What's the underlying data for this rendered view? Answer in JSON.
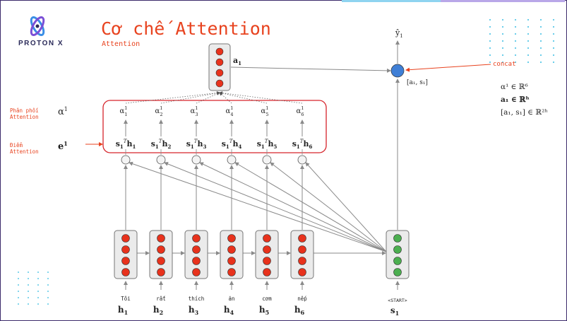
{
  "header": {
    "brand": "PROTON X",
    "title": "Cơ chế Attention",
    "subtitle": "Attention"
  },
  "side_labels": {
    "distribution": [
      "Phân phối",
      "Attention"
    ],
    "score": [
      "Điểm",
      "Attention"
    ]
  },
  "symbols": {
    "alpha_sup": "1",
    "e_label": "e",
    "e_sup": "1",
    "a_label": "a",
    "a_sub": "1",
    "yhat": "ŷ",
    "yhat_sub": "1",
    "concat_vec": "[a₁, s₁]",
    "concat_label": "concat"
  },
  "scores": [
    {
      "alpha_sub": "1",
      "h_sub": "1"
    },
    {
      "alpha_sub": "2",
      "h_sub": "2"
    },
    {
      "alpha_sub": "3",
      "h_sub": "3"
    },
    {
      "alpha_sub": "4",
      "h_sub": "4"
    },
    {
      "alpha_sub": "5",
      "h_sub": "5"
    },
    {
      "alpha_sub": "6",
      "h_sub": "6"
    }
  ],
  "encoder": {
    "words": [
      "Tôi",
      "rất",
      "thích",
      "ăn",
      "cơm",
      "nếp"
    ],
    "states": [
      "h",
      "h",
      "h",
      "h",
      "h",
      "h"
    ],
    "state_subs": [
      "1",
      "2",
      "3",
      "4",
      "5",
      "6"
    ]
  },
  "decoder": {
    "word": "<START>",
    "state": "s",
    "state_sub": "1"
  },
  "dims": {
    "alpha": "α¹ ∈ ℝ⁶",
    "a": "a₁ ∈ ℝʰ",
    "concat": "[a₁, s₁] ∈ ℝ²ʰ"
  },
  "colors": {
    "accent": "#e8431f",
    "encoder_dot": "#e8321c",
    "decoder_dot": "#4caf50",
    "output_node": "#3f7fd6",
    "dot_grid": "#5cc9e8"
  }
}
